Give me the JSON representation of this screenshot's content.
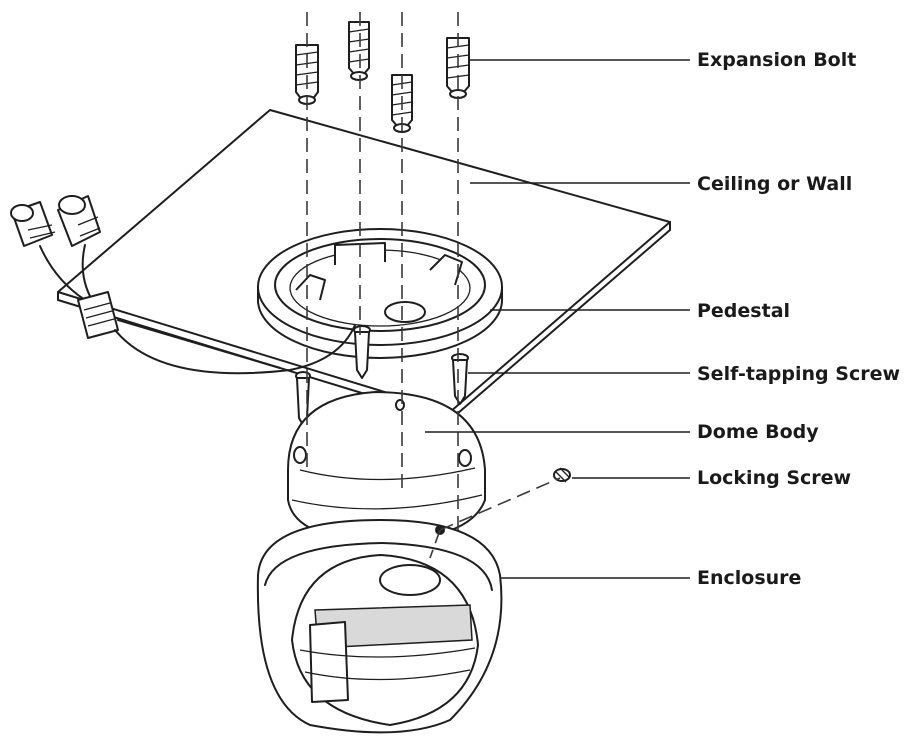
{
  "labels": {
    "expansion_bolt": "Expansion Bolt",
    "ceiling_or_wall": "Ceiling or Wall",
    "pedestal": "Pedestal",
    "self_tapping_screw": "Self-tapping Screw",
    "dome_body": "Dome Body",
    "locking_screw": "Locking Screw",
    "enclosure": "Enclosure"
  },
  "colors": {
    "ink": "#1e1e1e",
    "background": "#ffffff"
  }
}
